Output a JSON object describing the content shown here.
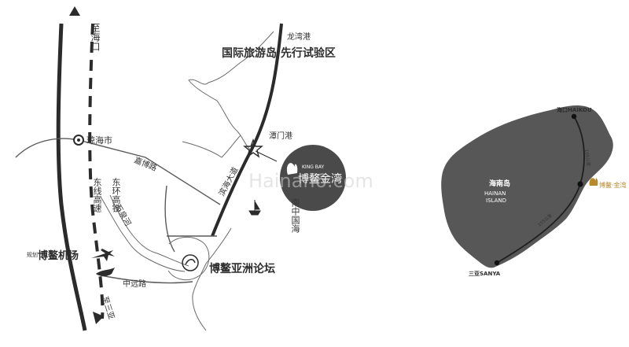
{
  "left_map": {
    "north_label": "至海口",
    "region_title": "国际旅游岛 先行试验区",
    "ports": {
      "longwan": "龙湾港",
      "tanmen": "潭门港"
    },
    "city": "琼海市",
    "roads": {
      "jiabo": "嘉博路",
      "binhai": "滨海大道",
      "wanquan": "万泉河",
      "expressway": "东线高速",
      "railway": "东环高铁",
      "zhongyuan": "中远路",
      "south": "至三亚"
    },
    "sea": "南中国海",
    "airport_prefix": "规划",
    "airport": "博鳌机场",
    "forum": "博鳌亚洲论坛",
    "project_logo_en": "KING BAY",
    "project_logo_cn": "博鳌金湾"
  },
  "right_map": {
    "haikou": "海口HAIKOU",
    "island_cn": "海南岛",
    "island_en_1": "HAINAN",
    "island_en_2": "ISLAND",
    "sanya": "三亚SANYA",
    "dist_north": "105公里",
    "dist_south": "155公里",
    "logo_cn": "博鳌·金湾"
  },
  "watermark": "Hainan6.com",
  "colors": {
    "road": "#2b2b2b",
    "island": "#575757",
    "marker": "#4a4a4a",
    "logo_gold": "#b8892e"
  }
}
